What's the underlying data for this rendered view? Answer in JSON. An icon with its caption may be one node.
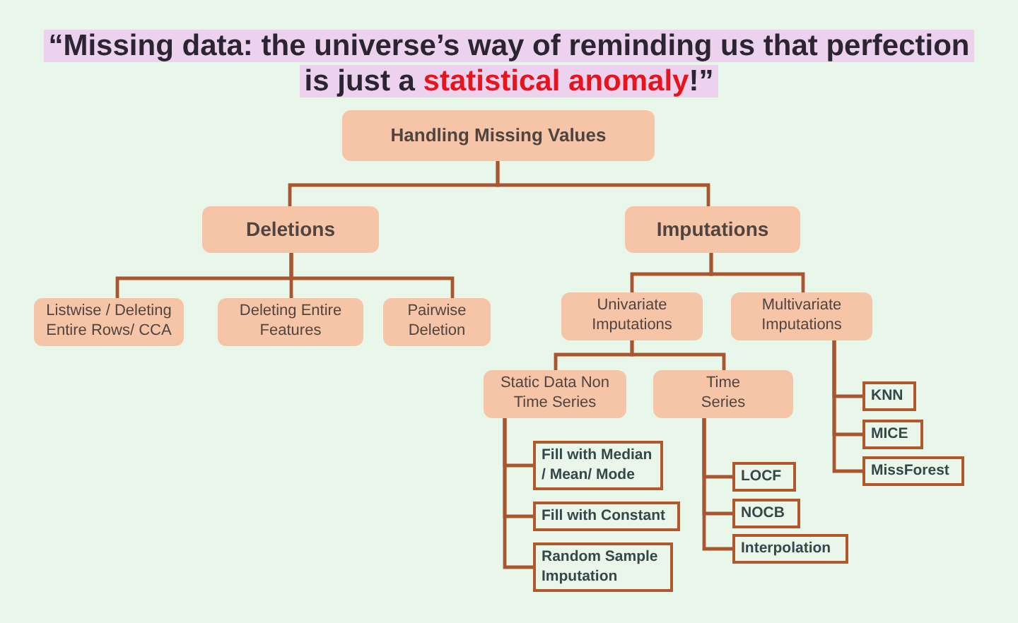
{
  "diagram": {
    "title": "“Missing data: the universe’s way of reminding us that perfection is just a **statistical anomaly**!”",
    "nodes": [
      {
        "text": [
          "Handling Missing Values"
        ]
      },
      {
        "text": [
          "Deletions"
        ]
      },
      {
        "text": [
          "Imputations"
        ]
      },
      {
        "text": [
          "Listwise / Deleting Entire Rows/ CCA"
        ]
      },
      {
        "text": [
          "Deleting Entire Features"
        ]
      },
      {
        "text": [
          "Pairwise Deletion"
        ]
      },
      {
        "text": [
          "Univariate Imputations"
        ]
      },
      {
        "text": [
          "Multivariate Imputations"
        ]
      },
      {
        "text": [
          "Static Data Non Time Series"
        ]
      },
      {
        "text": [
          "Time Series"
        ]
      },
      {
        "text": [
          "KNN"
        ]
      },
      {
        "text": [
          "MICE"
        ]
      },
      {
        "text": [
          "MissForest"
        ]
      },
      {
        "text": [
          "Fill with Median / Mean/ Mode"
        ]
      },
      {
        "text": [
          "Fill with Constant"
        ]
      },
      {
        "text": [
          "Random Sample Imputation"
        ]
      },
      {
        "text": [
          "LOCF"
        ]
      },
      {
        "text": [
          "NOCB"
        ]
      },
      {
        "text": [
          "Interpolation"
        ]
      }
    ],
    "edges": [
      {
        "from": 0,
        "to": 1,
        "arrow": "none"
      },
      {
        "from": 0,
        "to": 2,
        "arrow": "none"
      },
      {
        "from": 1,
        "to": 3,
        "arrow": "none"
      },
      {
        "from": 1,
        "to": 4,
        "arrow": "none"
      },
      {
        "from": 1,
        "to": 5,
        "arrow": "none"
      },
      {
        "from": 2,
        "to": 6,
        "arrow": "none"
      },
      {
        "from": 2,
        "to": 7,
        "arrow": "none"
      },
      {
        "from": 6,
        "to": 8,
        "arrow": "none"
      },
      {
        "from": 6,
        "to": 9,
        "arrow": "none"
      },
      {
        "from": 7,
        "to": 10,
        "arrow": "none"
      },
      {
        "from": 7,
        "to": 11,
        "arrow": "none"
      },
      {
        "from": 7,
        "to": 12,
        "arrow": "none"
      },
      {
        "from": 8,
        "to": 13,
        "arrow": "none"
      },
      {
        "from": 8,
        "to": 14,
        "arrow": "none"
      },
      {
        "from": 8,
        "to": 15,
        "arrow": "none"
      },
      {
        "from": 9,
        "to": 16,
        "arrow": "none"
      },
      {
        "from": 9,
        "to": 17,
        "arrow": "none"
      },
      {
        "from": 9,
        "to": 18,
        "arrow": "none"
      }
    ]
  }
}
